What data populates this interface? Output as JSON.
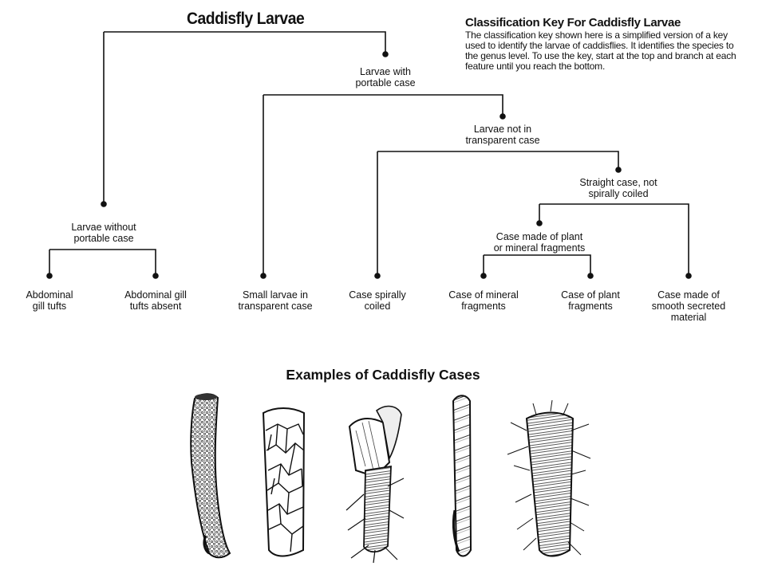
{
  "title": "Caddisfly Larvae",
  "key": {
    "title": "Classification Key For Caddisfly Larvae",
    "description": "The classification key shown here is a simplified version of a key used to identify the larvae of caddisflies. It identifies the species to the genus level. To use the key, start at the top and branch at each feature until you reach the bottom."
  },
  "nodes": {
    "portable": "Larvae with\nportable case",
    "not_transparent": "Larvae not in\ntransparent case",
    "straight": "Straight case, not\nspirally coiled",
    "plant_mineral": "Case made of plant\nor mineral fragments",
    "without_portable": "Larvae without\nportable case"
  },
  "leaves": {
    "gill_tufts": "Abdominal\ngill tufts",
    "gill_absent": "Abdominal gill\ntufts absent",
    "small_transparent": "Small larvae in\ntransparent case",
    "spirally_coiled": "Case spirally\ncoiled",
    "mineral": "Case of mineral\nfragments",
    "plant": "Case of plant\nfragments",
    "secreted": "Case made of\nsmooth secreted\nmaterial"
  },
  "examples_title": "Examples of Caddisfly Cases",
  "example_cases": [
    "smooth-sand-tube-case",
    "pebble-case",
    "leaf-and-stick-case",
    "spiral-ringed-case",
    "twig-fiber-case"
  ]
}
